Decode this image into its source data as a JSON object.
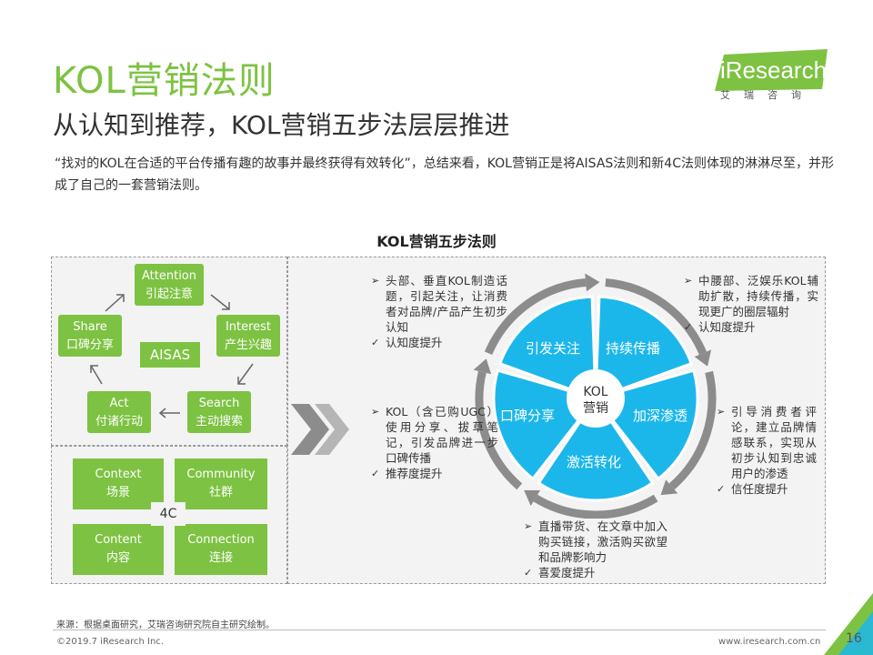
{
  "header": {
    "title": "KOL营销法则",
    "subtitle": "从认知到推荐，KOL营销五步法层层推进",
    "intro": "“找对的KOL在合适的平台传播有趣的故事并最终获得有效转化”，总结来看，KOL营销正是将AISAS法则和新4C法则体现的淋淋尽至，并形成了自己的一套营销法则。"
  },
  "logo": {
    "text": "iResearch",
    "cn": "艾瑞咨询"
  },
  "diagram": {
    "title": "KOL营销五步法则",
    "aisas": {
      "center": "AISAS",
      "steps": [
        {
          "en": "Attention",
          "cn": "引起注意"
        },
        {
          "en": "Interest",
          "cn": "产生兴趣"
        },
        {
          "en": "Search",
          "cn": "主动搜索"
        },
        {
          "en": "Act",
          "cn": "付诸行动"
        },
        {
          "en": "Share",
          "cn": "口碑分享"
        }
      ]
    },
    "fourc": {
      "center": "4C",
      "items": [
        {
          "en": "Context",
          "cn": "场景"
        },
        {
          "en": "Community",
          "cn": "社群"
        },
        {
          "en": "Content",
          "cn": "内容"
        },
        {
          "en": "Connection",
          "cn": "连接"
        }
      ]
    },
    "wheel": {
      "center_line1": "KOL",
      "center_line2": "营销",
      "segments": [
        "引发关注",
        "持续传播",
        "加深渗透",
        "激活转化",
        "口碑分享"
      ]
    },
    "notes": {
      "top_left": {
        "points": [
          "头部、垂直KOL制造话题，引起关注，让消费者对品牌/产品产生初步认知"
        ],
        "result": "认知度提升"
      },
      "top_right": {
        "points": [
          "中腰部、泛娱乐KOL辅助扩散，持续传播，实现更广的圈层辐射"
        ],
        "result": "认知度提升"
      },
      "mid_left": {
        "points": [
          "KOL（含已购UGC）使用分享、拔草笔记，引发品牌进一步口碑传播"
        ],
        "result": "推荐度提升"
      },
      "mid_right": {
        "points": [
          "引导消费者评论，建立品牌情感联系，实现从初步认知到忠诚用户的渗透"
        ],
        "result": "信任度提升"
      },
      "bottom": {
        "points": [
          "直播带货、在文章中加入购买链接，激活购买欲望和品牌影响力"
        ],
        "result": "喜爱度提升"
      }
    }
  },
  "footer": {
    "source": "来源：根据桌面研究，艾瑞咨询研究院自主研究绘制。",
    "copyright": "©2019.7 iResearch Inc.",
    "website": "www.iresearch.com.cn",
    "page": "16"
  },
  "colors": {
    "green": "#7dc242",
    "cyan": "#1cb7ea",
    "gray": "#8c8c8c"
  }
}
